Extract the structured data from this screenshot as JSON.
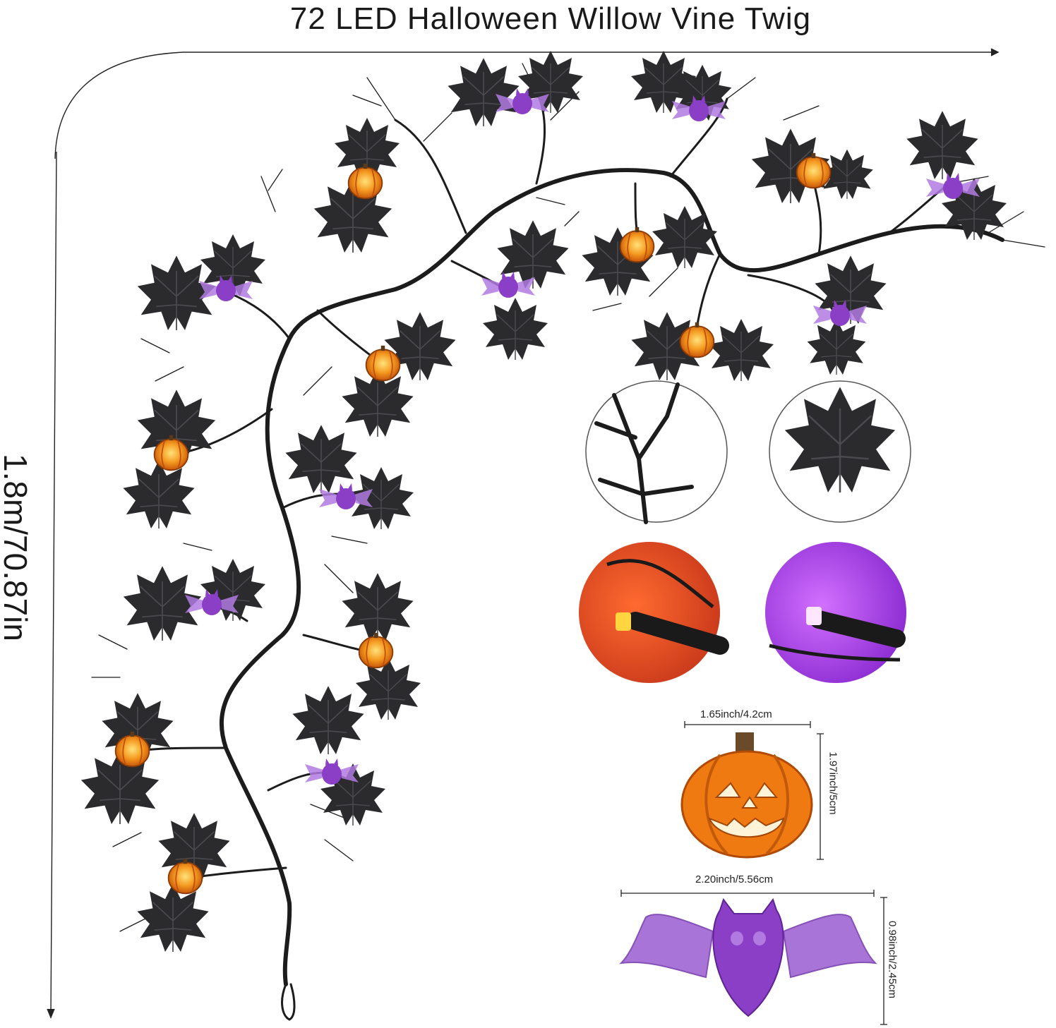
{
  "product": {
    "title": "72 LED Halloween Willow Vine Twig",
    "length_label": "1.8m/70.87in"
  },
  "dimensions": {
    "pumpkin_width": "1.65inch/4.2cm",
    "pumpkin_height": "1.97inch/5cm",
    "bat_width": "2.20inch/5.56cm",
    "bat_height": "0.98inch/2.45cm"
  },
  "details": {
    "closeups": [
      "branch-closeup",
      "leaf-closeup"
    ],
    "led_closeups": [
      "orange-led",
      "purple-led"
    ]
  },
  "colors": {
    "leaf": "#2b2b2e",
    "branch": "#1c1c1c",
    "pumpkin": "#f07a12",
    "pumpkin_glow": "#ffd24a",
    "bat": "#9b5bd0",
    "bat_dark": "#6a2fa8",
    "orange_led_bg": "#e8501e",
    "purple_led_bg": "#b33cf0"
  }
}
